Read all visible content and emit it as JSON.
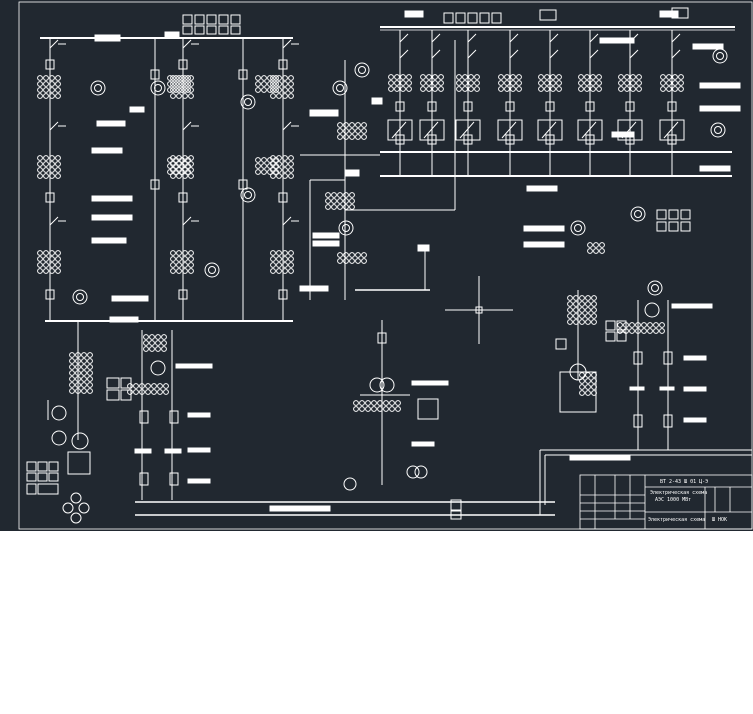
{
  "colors": {
    "background": "#212830",
    "line": "#ffffff",
    "below_canvas": "#ffffff"
  },
  "title_block": {
    "doc_code": "ВТ 2-43 Ш 01 Ц-Э",
    "title_line1": "Электрическая схема",
    "title_line2": "АЭС 1000 МВт",
    "sheet_title": "Электрическая схема",
    "org": "Ш НОК"
  },
  "icons": {
    "crosshair": "crosshair-icon",
    "generator": "generator-icon",
    "transformer": "transformer-icon"
  }
}
